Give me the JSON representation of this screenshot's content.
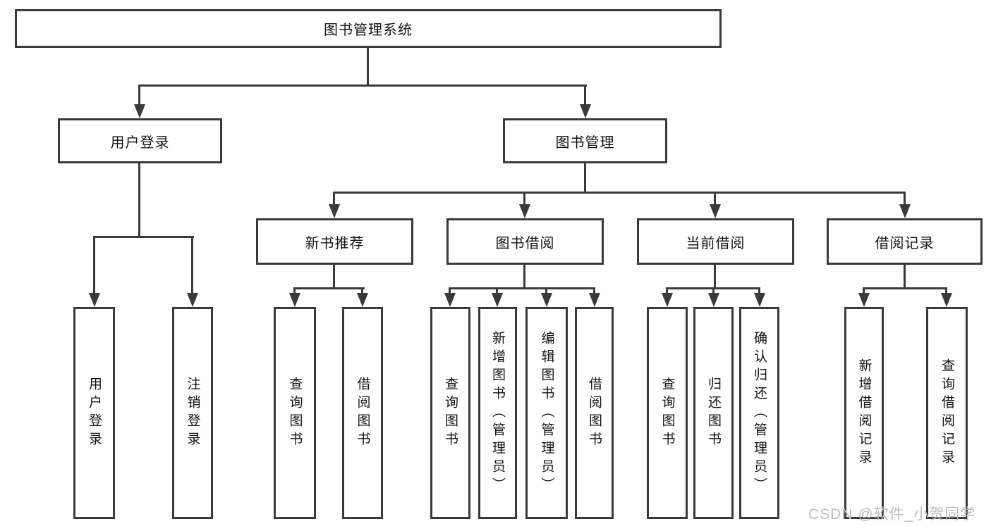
{
  "diagram": {
    "root": "图书管理系统",
    "level2": {
      "user_login": "用户登录",
      "book_mgmt": "图书管理"
    },
    "level3": {
      "new_book_rec": "新书推荐",
      "book_borrow": "图书借阅",
      "current_borrow": "当前借阅",
      "borrow_records": "借阅记录"
    },
    "leaves": {
      "user_login_leaf": "用户登录",
      "logout": "注销登录",
      "rec_query_book": "查询图书",
      "rec_borrow_book": "借阅图书",
      "bb_query_book": "查询图书",
      "bb_add_book": "新增图书（管理员）",
      "bb_edit_book": "编辑图书（管理员）",
      "bb_borrow_book": "借阅图书",
      "cb_query_book": "查询图书",
      "cb_return_book": "归还图书",
      "cb_confirm_return": "确认归还（管理员）",
      "br_add_record": "新增借阅记录",
      "br_query_record": "查询借阅记录"
    },
    "watermark": "CSDN @软件_小贺同学",
    "colors": {
      "line": "#3a3a3a",
      "box_fill": "#ffffff",
      "text": "#141414",
      "watermark": "#bdbdbd"
    }
  }
}
